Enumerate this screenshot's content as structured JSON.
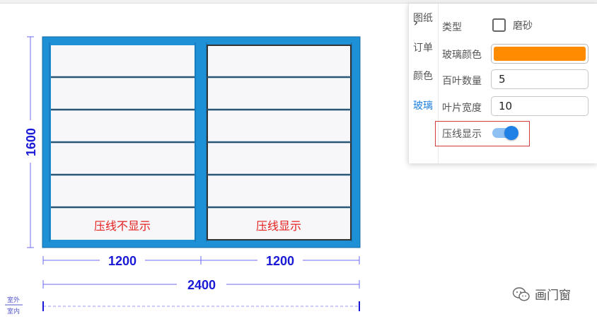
{
  "panel": {
    "tabs": [
      {
        "label": "图纸",
        "active": false
      },
      {
        "label": "订单",
        "active": false
      },
      {
        "label": "颜色",
        "active": false
      },
      {
        "label": "玻璃",
        "active": true
      }
    ],
    "type_label": "类型",
    "frosted_label": "磨砂",
    "frosted_checked": false,
    "glass_color_label": "玻璃颜色",
    "glass_color": "#ff8c00",
    "louver_count_label": "百叶数量",
    "louver_count": "5",
    "blade_width_label": "叶片宽度",
    "blade_width": "10",
    "bead_display_label": "压线显示",
    "bead_display_on": true
  },
  "drawing": {
    "height_dim": "1600",
    "width_dims": [
      "1200",
      "1200"
    ],
    "total_width": "2400",
    "left_pane_label": "压线不显示",
    "right_pane_label": "压线显示",
    "outside_label": "室外",
    "inside_label": "室内",
    "louvers": 6
  },
  "colors": {
    "frame": "#1e90d6",
    "frame_dark": "#136aa8",
    "glass": "#f7f7f9",
    "dimension": "#1a1ad6",
    "annotation": "#e52020",
    "accent": "#1f7fe0"
  },
  "watermark": {
    "text": "画门窗",
    "icon": "wechat-icon"
  }
}
